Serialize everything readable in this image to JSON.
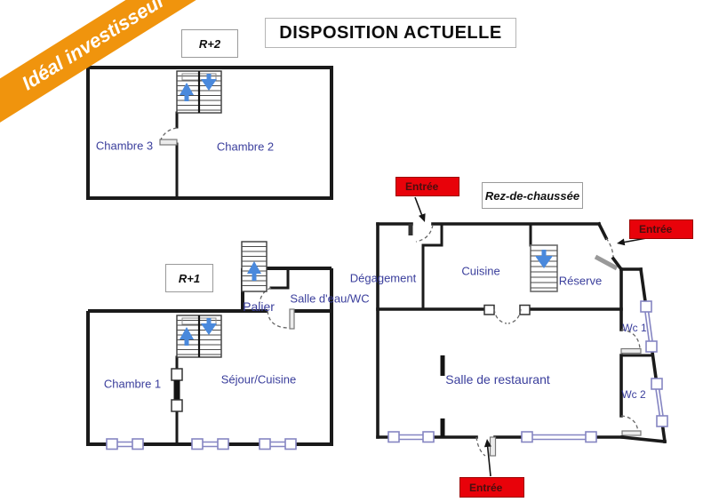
{
  "banner": {
    "label": "Idéal investisseur"
  },
  "title": {
    "label": "DISPOSITION ACTUELLE"
  },
  "floors": {
    "r2": {
      "tag": "R+2",
      "rooms": {
        "chambre3": "Chambre 3",
        "chambre2": "Chambre 2"
      }
    },
    "r1": {
      "tag": "R+1",
      "rooms": {
        "palier": "Palier",
        "salle_eau": "Salle d'eau/WC",
        "chambre1": "Chambre 1",
        "sejour": "Séjour/Cuisine"
      }
    },
    "rdc": {
      "tag": "Rez-de-chaussée",
      "rooms": {
        "degagement": "Dégagement",
        "cuisine": "Cuisine",
        "reserve": "Réserve",
        "restaurant": "Salle de restaurant",
        "wc1": "Wc 1",
        "wc2": "Wc 2"
      }
    }
  },
  "entrances": {
    "top_left": {
      "label": "Entrée"
    },
    "right": {
      "label": "Entrée"
    },
    "bottom": {
      "label": "Entrée"
    }
  },
  "colors": {
    "wall": "#1a1a1a",
    "banner_orange": "#f0940d",
    "entry_red": "#e8020a",
    "room_text": "#3a3e9c",
    "window": "#8585c2",
    "stair_arrow": "#4a89dc"
  }
}
